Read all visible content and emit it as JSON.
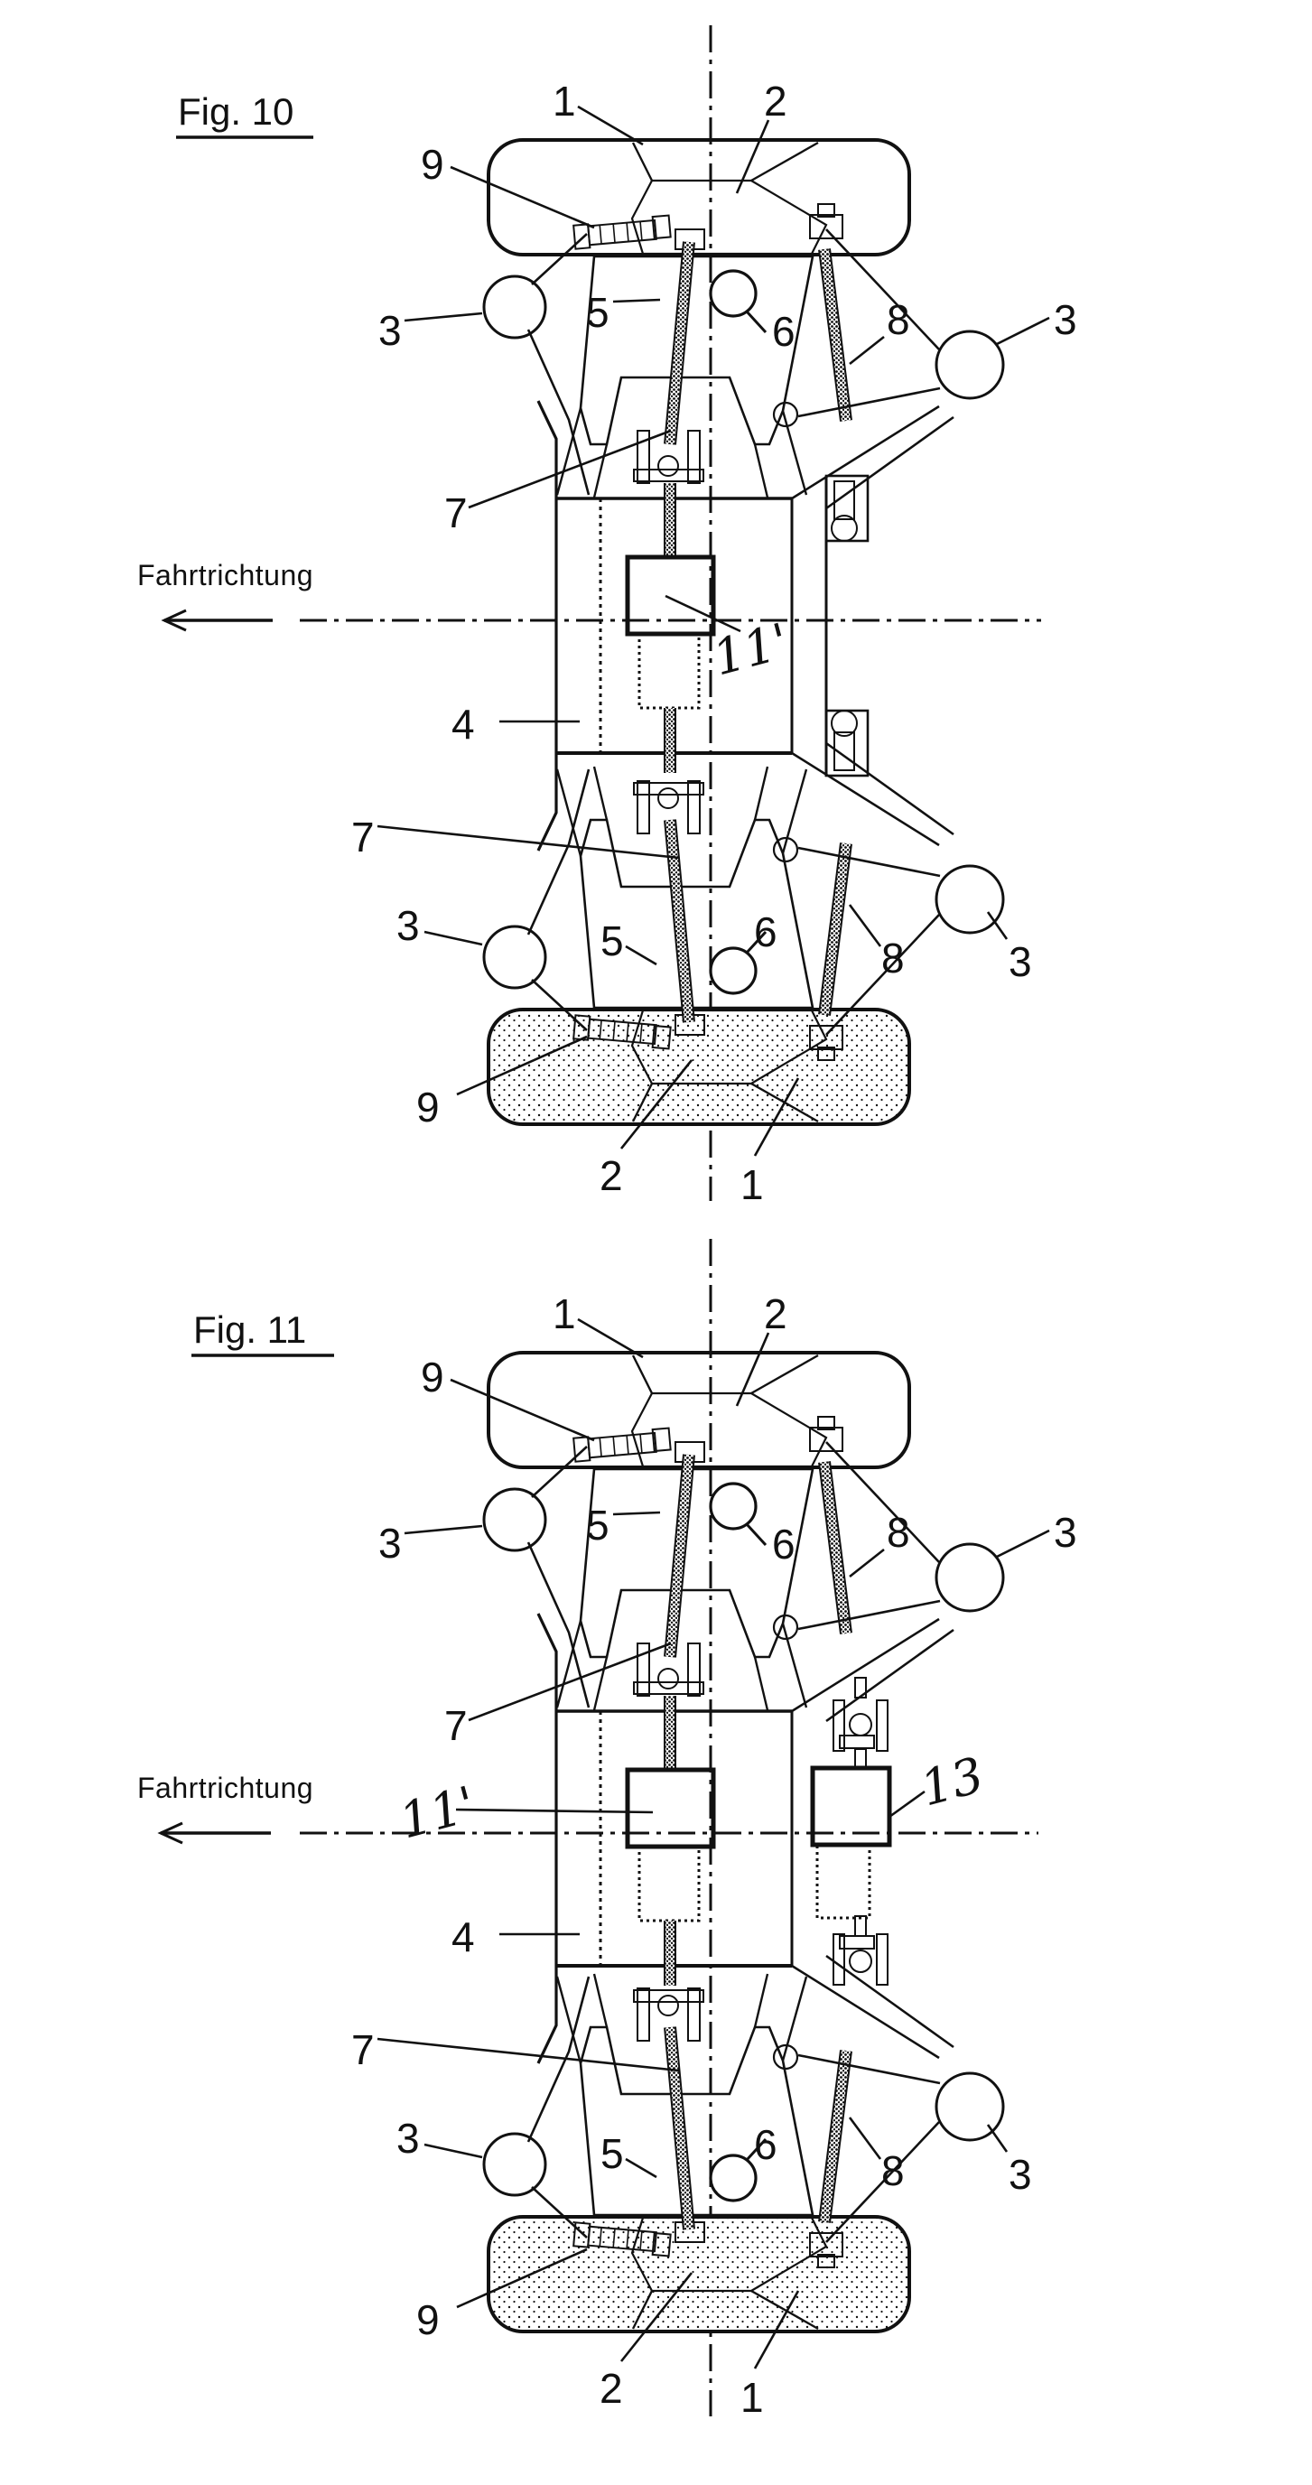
{
  "document": {
    "type": "patent-figure-sheet",
    "background": "#ffffff",
    "ink": "#111111"
  },
  "fig10": {
    "title": "Fig. 10",
    "direction_label": "Fahrtrichtung",
    "refs": {
      "r1": "1",
      "r2": "2",
      "r3": "3",
      "r4": "4",
      "r5": "5",
      "r6": "6",
      "r7": "7",
      "r8": "8",
      "r9": "9",
      "r11": "11'"
    }
  },
  "fig11": {
    "title": "Fig. 11",
    "direction_label": "Fahrtrichtung",
    "refs": {
      "r1": "1",
      "r2": "2",
      "r3": "3",
      "r4": "4",
      "r5": "5",
      "r6": "6",
      "r7": "7",
      "r8": "8",
      "r9": "9",
      "r11": "11'",
      "r13": "13"
    }
  }
}
